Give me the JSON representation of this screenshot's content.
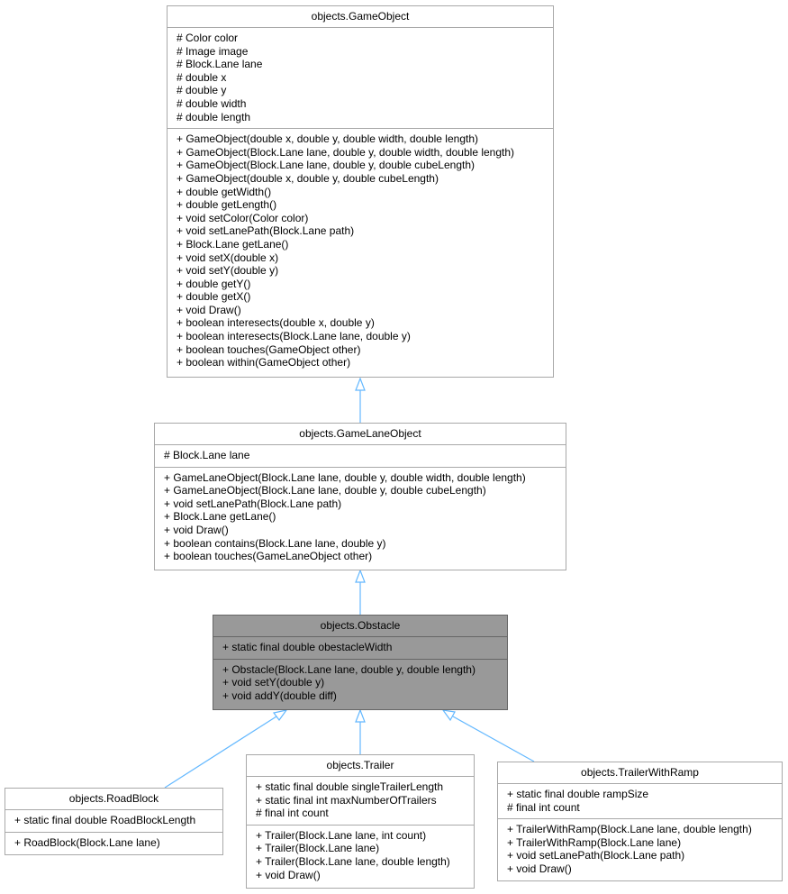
{
  "classes": [
    {
      "id": "gameobject",
      "name": "objects.GameObject",
      "attributes": [
        "# Color color",
        "# Image image",
        "# Block.Lane lane",
        "# double x",
        "# double y",
        "# double width",
        "# double length"
      ],
      "methods": [
        "+ GameObject(double x, double y, double width, double length)",
        "+ GameObject(Block.Lane lane, double y, double width, double length)",
        "+ GameObject(Block.Lane lane, double y, double cubeLength)",
        "+ GameObject(double x, double y, double cubeLength)",
        "+ double getWidth()",
        "+ double getLength()",
        "+ void setColor(Color color)",
        "+ void setLanePath(Block.Lane path)",
        "+ Block.Lane getLane()",
        "+ void setX(double x)",
        "+ void setY(double y)",
        "+ double getY()",
        "+ double getX()",
        "+ void Draw()",
        "+ boolean interesects(double x, double y)",
        "+ boolean interesects(Block.Lane lane, double y)",
        "+ boolean touches(GameObject other)",
        "+ boolean within(GameObject other)"
      ]
    },
    {
      "id": "gamelaneobject",
      "name": "objects.GameLaneObject",
      "attributes": [
        "# Block.Lane lane"
      ],
      "methods": [
        "+ GameLaneObject(Block.Lane lane, double y, double width, double length)",
        "+ GameLaneObject(Block.Lane lane, double y, double cubeLength)",
        "+ void setLanePath(Block.Lane path)",
        "+ Block.Lane getLane()",
        "+ void Draw()",
        "+ boolean contains(Block.Lane lane, double y)",
        "+ boolean touches(GameLaneObject other)"
      ]
    },
    {
      "id": "obstacle",
      "name": "objects.Obstacle",
      "attributes": [
        "+ static final double obestacleWidth"
      ],
      "methods": [
        "+ Obstacle(Block.Lane lane, double y, double length)",
        "+ void setY(double y)",
        "+ void addY(double diff)"
      ]
    },
    {
      "id": "roadblock",
      "name": "objects.RoadBlock",
      "attributes": [
        "+ static final double RoadBlockLength"
      ],
      "methods": [
        "+ RoadBlock(Block.Lane lane)"
      ]
    },
    {
      "id": "trailer",
      "name": "objects.Trailer",
      "attributes": [
        "+ static final double singleTrailerLength",
        "+ static final int maxNumberOfTrailers",
        "# final int count"
      ],
      "methods": [
        "+ Trailer(Block.Lane lane, int count)",
        "+ Trailer(Block.Lane lane)",
        "+ Trailer(Block.Lane lane, double length)",
        "+ void Draw()"
      ]
    },
    {
      "id": "trailerwithramp",
      "name": "objects.TrailerWithRamp",
      "attributes": [
        "+ static final double rampSize",
        "# final int count"
      ],
      "methods": [
        "+ TrailerWithRamp(Block.Lane lane, double length)",
        "+ TrailerWithRamp(Block.Lane lane)",
        "+ void setLanePath(Block.Lane path)",
        "+ void Draw()"
      ]
    }
  ],
  "inheritance": [
    {
      "child": "objects.GameLaneObject",
      "parent": "objects.GameObject"
    },
    {
      "child": "objects.Obstacle",
      "parent": "objects.GameLaneObject"
    },
    {
      "child": "objects.RoadBlock",
      "parent": "objects.Obstacle"
    },
    {
      "child": "objects.Trailer",
      "parent": "objects.Obstacle"
    },
    {
      "child": "objects.TrailerWithRamp",
      "parent": "objects.Obstacle"
    }
  ],
  "colors": {
    "edge": "#63b8ff",
    "box_border": "#a8a8a8",
    "highlight_fill": "#999999"
  }
}
